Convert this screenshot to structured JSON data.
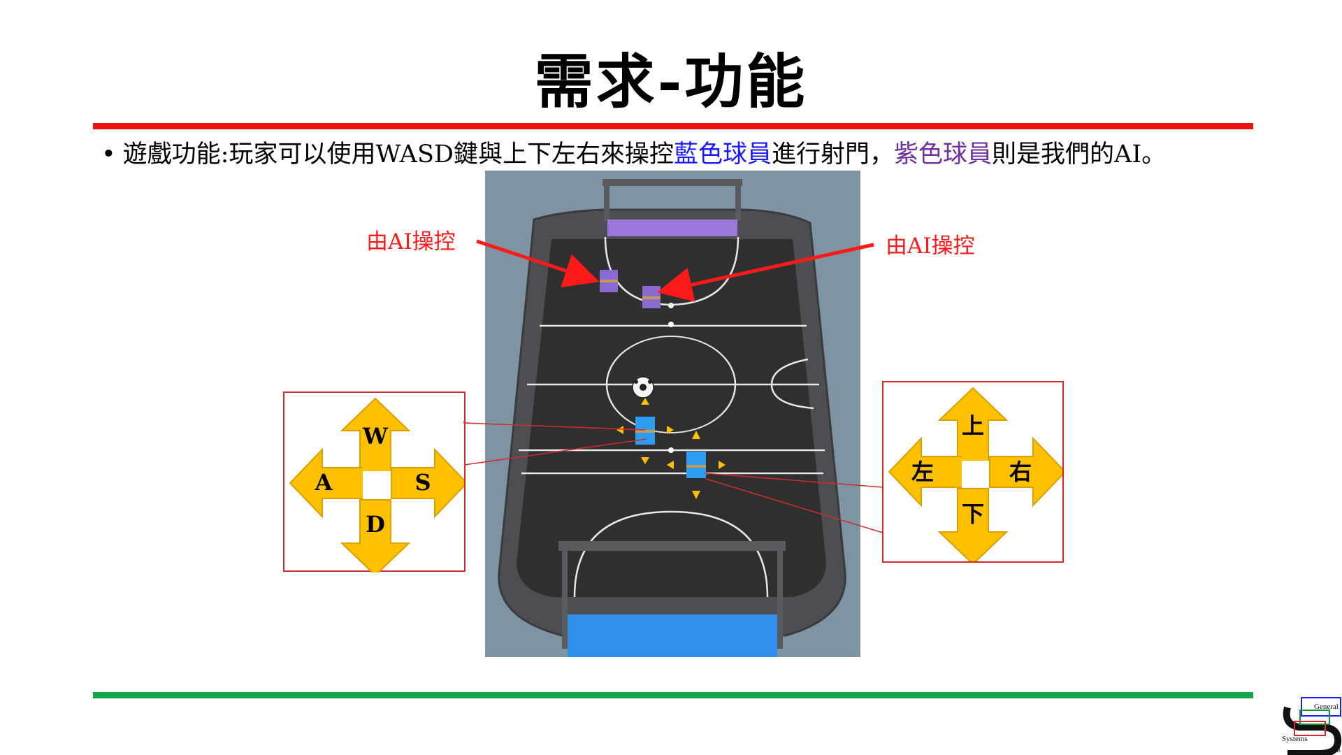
{
  "slide": {
    "title": "需求-功能",
    "bullet": {
      "prefix": "遊戲功能:玩家可以使用WASD鍵與上下左右來操控",
      "blue_player": "藍色球員",
      "middle": "進行射門，",
      "purple_player": "紫色球員",
      "suffix": "則是我們的AI。"
    }
  },
  "annotations": {
    "ai_label_left": "由AI操控",
    "ai_label_right": "由AI操控"
  },
  "wasd_box": {
    "up": "W",
    "left": "A",
    "right": "S",
    "down": "D"
  },
  "arrow_box": {
    "up": "上",
    "left": "左",
    "right": "右",
    "down": "下"
  },
  "logo": {
    "line1": "General",
    "line2": "Systems",
    "line3": "LAB"
  },
  "colors": {
    "title_rule": "#ee1111",
    "bottom_rule": "#11a64a",
    "blue_text": "#1a1aff",
    "purple_text": "#7030a0",
    "annotation_red": "#ff1a1a",
    "box_border": "#d22b2b",
    "key_arrow_fill": "#ffc000",
    "key_arrow_stroke": "#d9a000",
    "field_bg": "#7f94a3",
    "pitch": "#2f2f2f",
    "blue_player": "#2e9cf0",
    "purple_player": "#8a6ad1"
  }
}
